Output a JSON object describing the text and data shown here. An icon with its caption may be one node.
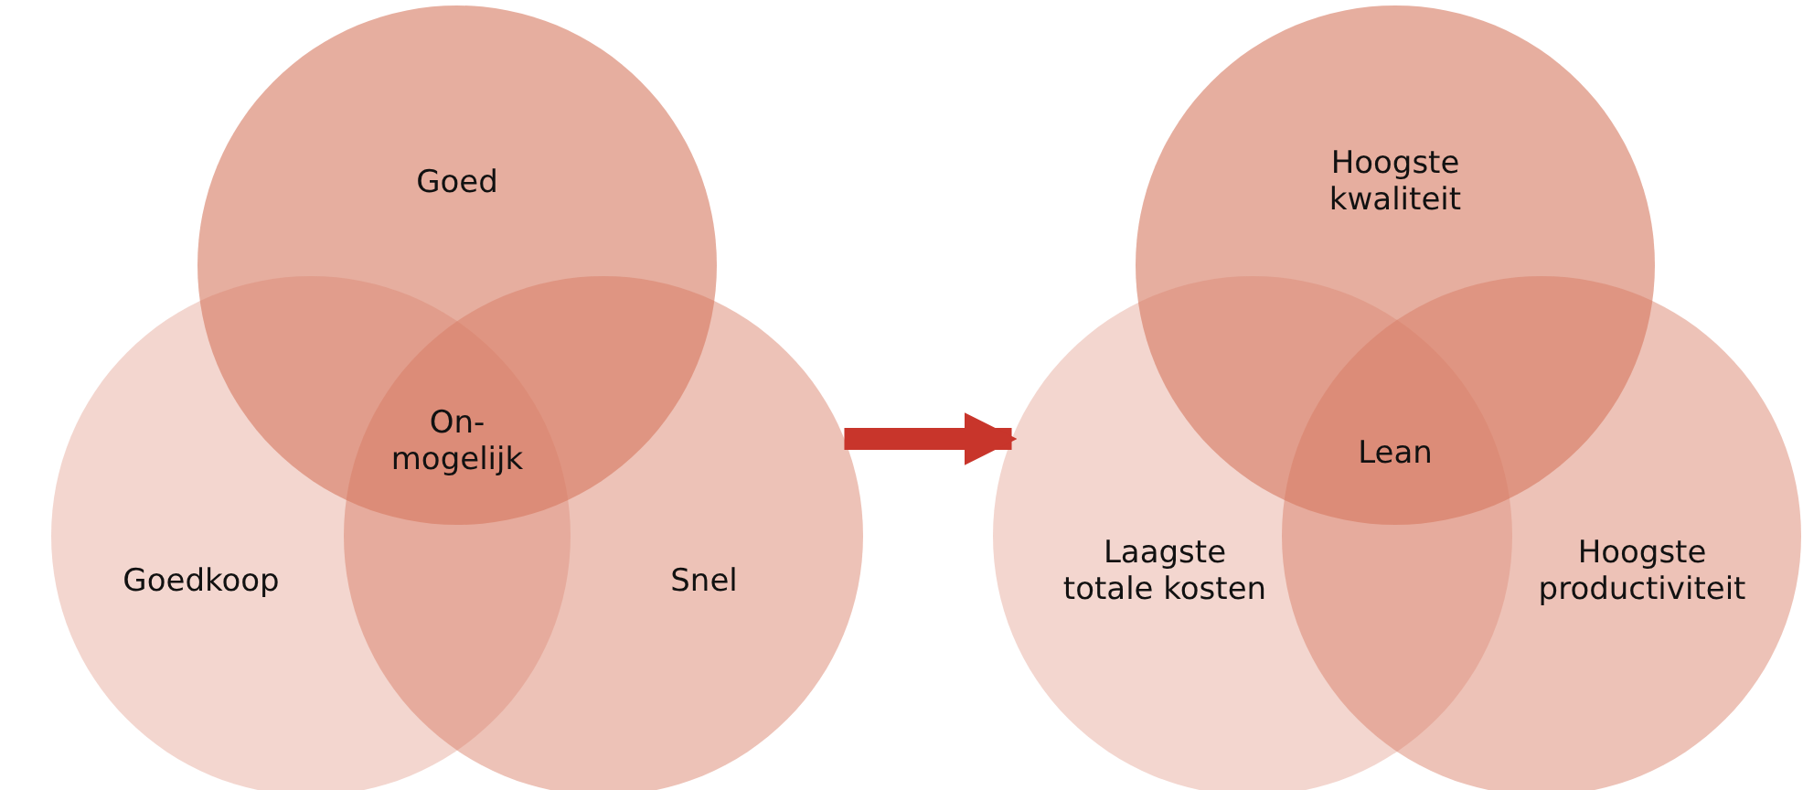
{
  "diagram": {
    "nodes": [
      {
        "text": [
          "Goed"
        ]
      },
      {
        "text": [
          "Goedkoop"
        ]
      },
      {
        "text": [
          "Snel"
        ]
      },
      {
        "text": [
          "Hoogste kwaliteit"
        ]
      },
      {
        "text": [
          "Laagste totale kosten"
        ]
      },
      {
        "text": [
          "Hoogste productiviteit"
        ]
      }
    ],
    "edges": [
      {
        "from": 2,
        "to": 4,
        "arrow": "to",
        "color": "#c8352b"
      }
    ],
    "labels": [
      "On-mogelijk",
      "Lean"
    ]
  }
}
